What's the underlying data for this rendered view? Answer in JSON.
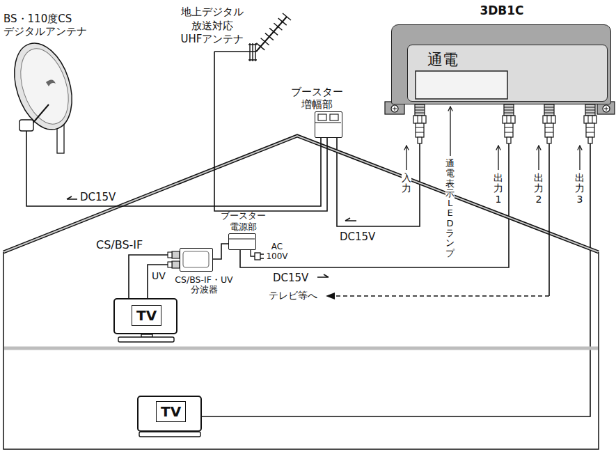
{
  "diagram": {
    "nodes": [
      {
        "text": [
          "ブースター 増幅部"
        ]
      },
      {
        "text": [
          "3DB1C"
        ]
      },
      {
        "text": [
          "通電"
        ],
        "in": 1
      },
      {
        "text": [
          "ブースター 電源部"
        ]
      },
      {
        "text": [
          "CS/BS-IF・UV 分波器"
        ]
      },
      {
        "text": [
          "TV"
        ]
      },
      {
        "text": [
          "TV"
        ]
      }
    ],
    "edges": [
      {
        "from": 0,
        "to": 1,
        "arrow": "none",
        "label": "DC15V"
      },
      {
        "from": 1,
        "to": 3,
        "arrow": "none",
        "label": "DC15V"
      },
      {
        "from": 3,
        "to": 4,
        "arrow": "none"
      },
      {
        "from": 4,
        "to": 5,
        "arrow": "none",
        "label": "CS/BS-IF"
      },
      {
        "from": 4,
        "to": 5,
        "arrow": "none",
        "label": "UV"
      },
      {
        "from": 1,
        "to": 6,
        "arrow": "none"
      }
    ],
    "labels": [
      "BS・110度CS デジタルアンテナ",
      "地上デジタル 放送対応 UHFアンテナ",
      "DC15V",
      "入力",
      "通電表示LEDランプ",
      "出力1",
      "出力2",
      "出力3",
      "AC 100V",
      "テレビ等へ"
    ]
  }
}
